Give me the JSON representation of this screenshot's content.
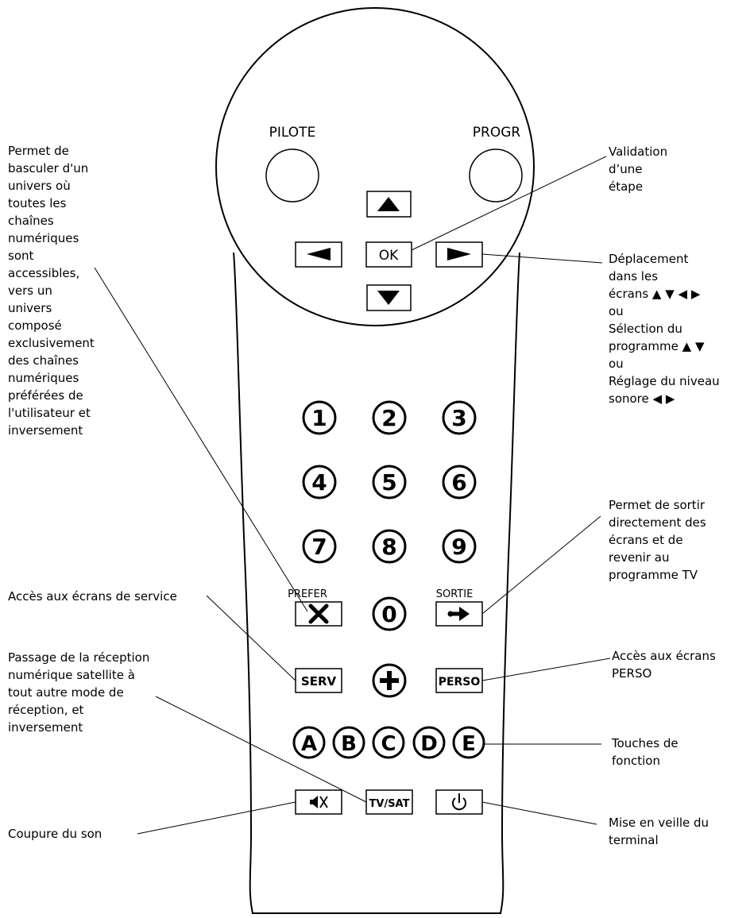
{
  "remote": {
    "pilote_label": "PILOTE",
    "progr_label": "PROGR",
    "ok_label": "OK",
    "up_glyph": "▲",
    "down_glyph": "▼",
    "left_glyph": "◀",
    "right_glyph": "▶",
    "digits": [
      "1",
      "2",
      "3",
      "4",
      "5",
      "6",
      "7",
      "8",
      "9",
      "0"
    ],
    "prefer_label": "PREFER",
    "sortie_label": "SORTIE",
    "serv_label": "SERV",
    "perso_label": "PERSO",
    "plus_glyph": "+",
    "letters": [
      "A",
      "B",
      "C",
      "D",
      "E"
    ],
    "tvsat_label": "TV/SAT",
    "mute_icon": "speaker-mute-icon",
    "power_icon": "power-icon",
    "prefer_icon": "star-cross-icon",
    "sortie_icon": "exit-arrow-icon"
  },
  "annotations": {
    "univers": "Permet de\nbasculer d'un\nunivers  où\ntoutes les\nchaînes\nnumériques\nsont\naccessibles,\nvers  un\nunivers\ncomposé\nexclusivement\ndes chaînes\nnumériques\npréférées de\nl'utilisateur et\ninversement",
    "validation": "Validation\nd’une\nétape",
    "deplacement": "Déplacement\ndans les\nécrans ▲ ▼ ◀ ▶\nou\nSélection du\nprogramme ▲ ▼\nou\nRéglage du niveau\nsonore ◀ ▶",
    "sortir": "Permet de sortir\ndirectement des\nécrans et de\nrevenir au\nprogramme TV",
    "service": "Accès aux écrans de service",
    "passage": "Passage de la réception\nnumérique satellite à\ntout autre mode de\nréception, et\ninversement",
    "perso": "Accès aux écrans\nPERSO",
    "fonction": "Touches  de\nfonction",
    "coupure": "Coupure du son",
    "veille": "Mise en veille du\nterminal"
  }
}
